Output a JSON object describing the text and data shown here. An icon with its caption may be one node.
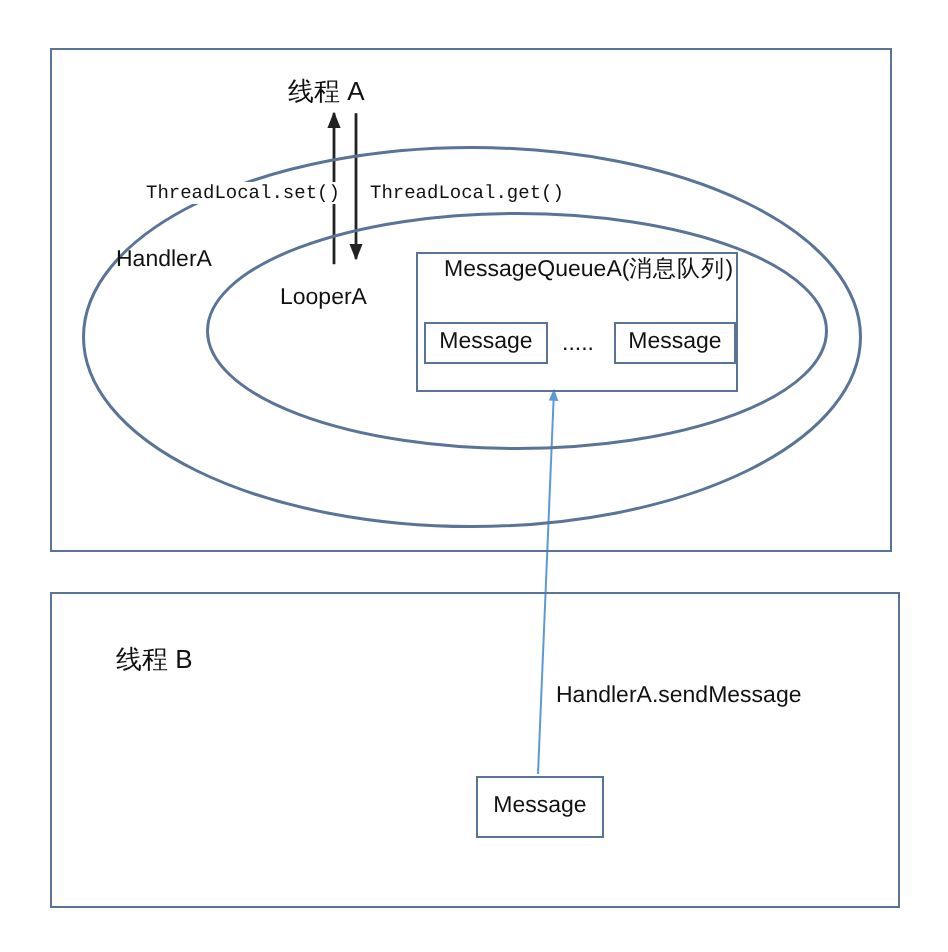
{
  "diagram": {
    "nodes": [
      {
        "text": [
          "线程 A"
        ]
      },
      {
        "text": [
          "HandlerA"
        ],
        "in": 0
      },
      {
        "text": [
          "LooperA"
        ],
        "in": 1
      },
      {
        "text": [
          "MessageQueueA(消息队列)",
          "....."
        ],
        "in": 2
      },
      {
        "text": [
          "Message"
        ],
        "in": 3
      },
      {
        "text": [
          "Message"
        ],
        "in": 3
      },
      {
        "text": [
          "线程 B"
        ]
      },
      {
        "text": [
          "Message"
        ],
        "in": 6
      }
    ],
    "edges": [
      {
        "from": 2,
        "to": 0,
        "arrow": "to",
        "label": "ThreadLocal.set()"
      },
      {
        "from": 0,
        "to": 2,
        "arrow": "to",
        "label": "ThreadLocal.get()"
      },
      {
        "from": 7,
        "to": 3,
        "arrow": "to",
        "label": "HandlerA.sendMessage",
        "color": "#5b9bd5"
      }
    ]
  }
}
